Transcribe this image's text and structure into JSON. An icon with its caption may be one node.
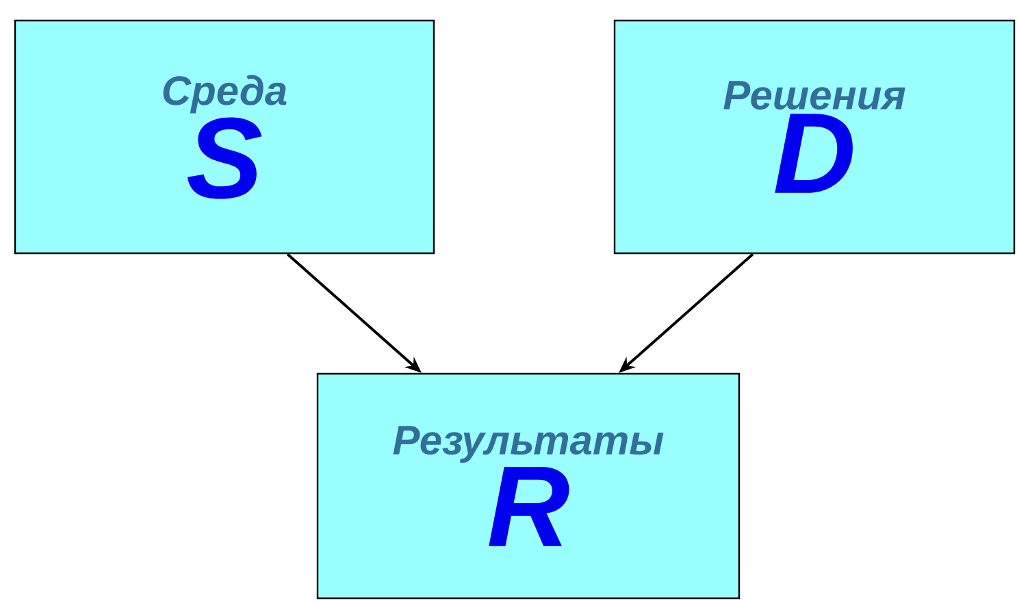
{
  "diagram": {
    "nodes": [
      {
        "text": [
          "Среда",
          "S"
        ]
      },
      {
        "text": [
          "Решения",
          "D"
        ]
      },
      {
        "text": [
          "Результаты",
          "R"
        ]
      }
    ],
    "edges": [
      {
        "from": 0,
        "to": 2,
        "arrow": "to"
      },
      {
        "from": 1,
        "to": 2,
        "arrow": "to"
      }
    ]
  }
}
